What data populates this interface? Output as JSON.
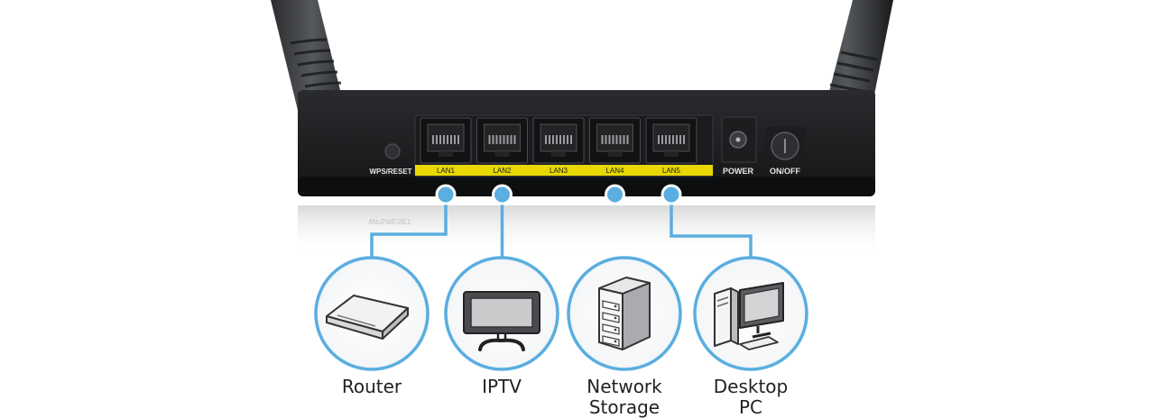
{
  "router_panel": {
    "wps_label": "WPS/RESET",
    "ports": [
      "LAN1",
      "LAN2",
      "LAN3",
      "LAN4",
      "LAN5"
    ],
    "power_label": "POWER",
    "onoff_label": "ON/OFF"
  },
  "devices": [
    {
      "id": "router",
      "label_lines": [
        "Router"
      ],
      "icon": "router-icon",
      "port": "LAN1"
    },
    {
      "id": "iptv",
      "label_lines": [
        "IPTV"
      ],
      "icon": "tv-icon",
      "port": "LAN2"
    },
    {
      "id": "network-storage",
      "label_lines": [
        "Network",
        "Storage"
      ],
      "icon": "nas-icon",
      "port": "LAN4"
    },
    {
      "id": "desktop-pc",
      "label_lines": [
        "Desktop",
        "PC"
      ],
      "icon": "desktop-pc-icon",
      "port": "LAN5"
    }
  ],
  "colors": {
    "connector": "#5aaee0",
    "port_strip": "#e8d800",
    "device_body": "#1e1f21"
  }
}
